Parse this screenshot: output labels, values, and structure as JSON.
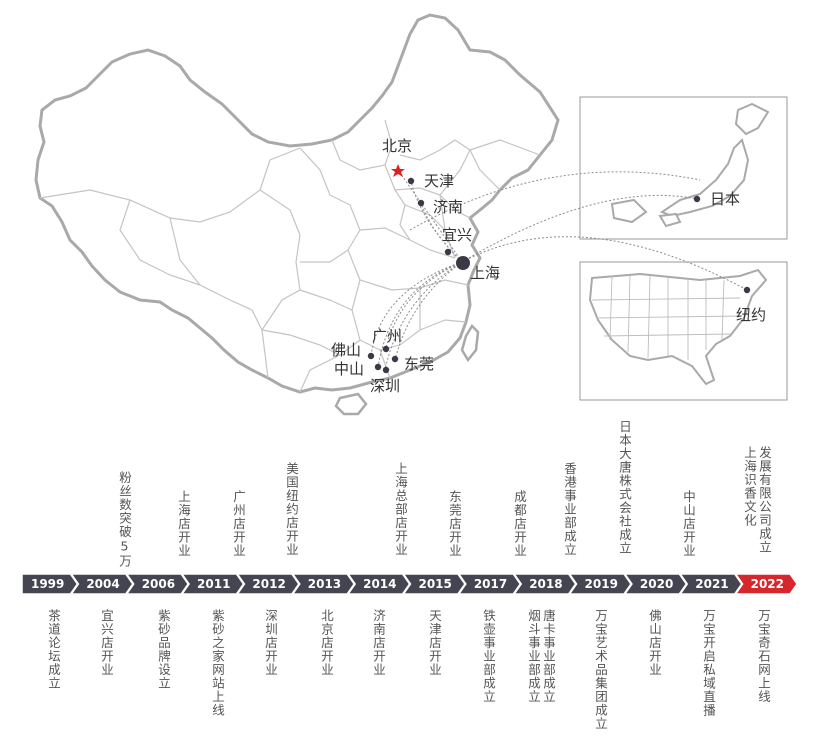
{
  "map": {
    "cities": {
      "beijing": "北京",
      "tianjin": "天津",
      "jinan": "济南",
      "yixing": "宜兴",
      "shanghai": "上海",
      "guangzhou": "广州",
      "foshan": "佛山",
      "dongguan": "东莞",
      "zhongshan": "中山",
      "shenzhen": "深圳"
    },
    "intl": {
      "japan": "日本",
      "newyork": "纽约"
    },
    "colors": {
      "land": "#ffffff",
      "border": "#b8b8b8",
      "outline": "#a9a9a9",
      "dot": "#3a3a46",
      "star": "#e02020",
      "route": "#8c8c8c"
    }
  },
  "timeline": {
    "years": [
      "1999",
      "2004",
      "2006",
      "2011",
      "2012",
      "2013",
      "2014",
      "2015",
      "2017",
      "2018",
      "2019",
      "2020",
      "2021",
      "2022"
    ],
    "colors": {
      "normal": "#454552",
      "current": "#d7262c"
    },
    "above": [
      {
        "year": "2004",
        "lines": [
          "粉丝数突破5万"
        ]
      },
      {
        "year": "2006",
        "lines": [
          "上海店开业"
        ]
      },
      {
        "year": "2011",
        "lines": [
          "广州店开业"
        ]
      },
      {
        "year": "2012",
        "lines": [
          "美国纽约店开业"
        ]
      },
      {
        "year": "2014",
        "lines": [
          "上海总部店开业"
        ]
      },
      {
        "year": "2015",
        "lines": [
          "东莞店开业"
        ]
      },
      {
        "year": "2018a",
        "lines": [
          "成都店开业"
        ]
      },
      {
        "year": "2018b",
        "lines": [
          "香港事业部成立"
        ]
      },
      {
        "year": "2019",
        "lines": [
          "日本大唐株式会社成立"
        ]
      },
      {
        "year": "2021",
        "lines": [
          "中山店开业"
        ]
      },
      {
        "year": "2022",
        "lines": [
          "发展有限公司成立",
          "上海识香文化"
        ]
      }
    ],
    "below": [
      {
        "year": "1999",
        "lines": [
          "茶道论坛成立"
        ]
      },
      {
        "year": "2004",
        "lines": [
          "宜兴店开业"
        ]
      },
      {
        "year": "2006",
        "lines": [
          "紫砂品牌设立"
        ]
      },
      {
        "year": "2011",
        "lines": [
          "紫砂之家网站上线"
        ]
      },
      {
        "year": "2012",
        "lines": [
          "深圳店开业"
        ]
      },
      {
        "year": "2013",
        "lines": [
          "北京店开业"
        ]
      },
      {
        "year": "2014",
        "lines": [
          "济南店开业"
        ]
      },
      {
        "year": "2015",
        "lines": [
          "天津店开业"
        ]
      },
      {
        "year": "2017",
        "lines": [
          "铁壶事业部成立"
        ]
      },
      {
        "year": "2018",
        "lines": [
          "唐卡事业部成立",
          "烟斗事业部成立"
        ]
      },
      {
        "year": "2019",
        "lines": [
          "万宝艺术品集团成立"
        ]
      },
      {
        "year": "2020",
        "lines": [
          "佛山店开业"
        ]
      },
      {
        "year": "2021",
        "lines": [
          "万宝开启私域直播"
        ]
      },
      {
        "year": "2022",
        "lines": [
          "万宝奇石网上线"
        ]
      }
    ]
  }
}
